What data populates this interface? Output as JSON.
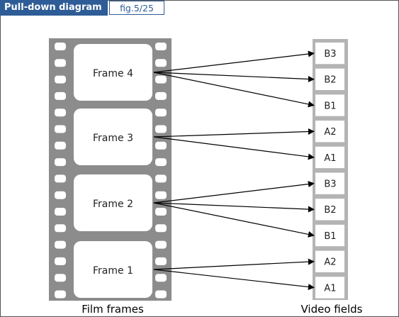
{
  "header": {
    "title": "Pull-down diagram",
    "figure_ref": "fig.5/25"
  },
  "film": {
    "caption": "Film frames",
    "frames": [
      "Frame 4",
      "Frame 3",
      "Frame 2",
      "Frame 1"
    ]
  },
  "video": {
    "caption": "Video fields",
    "fields": [
      "B3",
      "B2",
      "B1",
      "A2",
      "A1",
      "B3",
      "B2",
      "B1",
      "A2",
      "A1"
    ]
  },
  "mapping": [
    {
      "frame": 0,
      "fields": [
        0,
        1,
        2
      ]
    },
    {
      "frame": 1,
      "fields": [
        3,
        4
      ]
    },
    {
      "frame": 2,
      "fields": [
        5,
        6,
        7
      ]
    },
    {
      "frame": 3,
      "fields": [
        8,
        9
      ]
    }
  ],
  "colors": {
    "accent": "#2e5c96",
    "film_strip": "#8c8c8c",
    "field_strip": "#b4b4b4",
    "line": "#000000"
  }
}
